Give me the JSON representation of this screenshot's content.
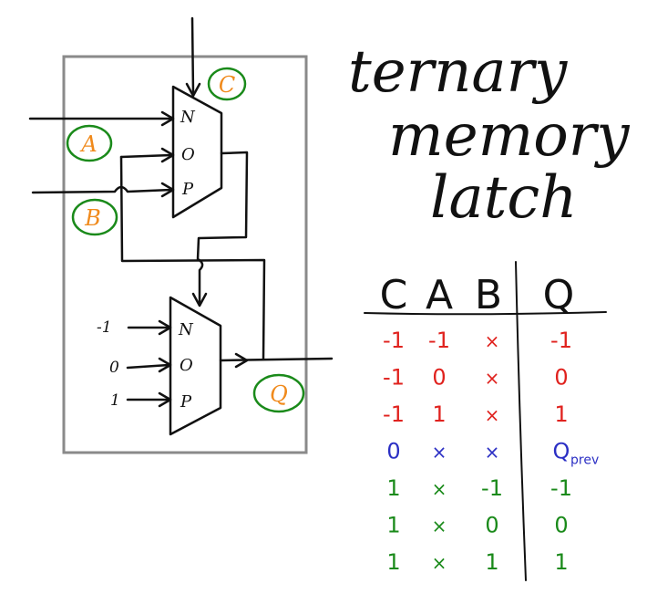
{
  "title": [
    "ternary",
    "memory",
    "latch"
  ],
  "diagram": {
    "mux_inputs": [
      "N",
      "O",
      "P"
    ],
    "signals": {
      "a": "A",
      "b": "B",
      "c": "C",
      "q": "Q"
    },
    "constants": [
      "-1",
      "0",
      "1"
    ]
  },
  "truth_table": {
    "headers": [
      "C",
      "A",
      "B",
      "Q"
    ],
    "rows": [
      {
        "c": "-1",
        "a": "-1",
        "b": "×",
        "q": "-1",
        "color": "#e0221e"
      },
      {
        "c": "-1",
        "a": "0",
        "b": "×",
        "q": "0",
        "color": "#e0221e"
      },
      {
        "c": "-1",
        "a": "1",
        "b": "×",
        "q": "1",
        "color": "#e0221e"
      },
      {
        "c": "0",
        "a": "×",
        "b": "×",
        "q": "Q",
        "q_sub": "prev",
        "color": "#2b2fc4"
      },
      {
        "c": "1",
        "a": "×",
        "b": "-1",
        "q": "-1",
        "color": "#1a8a1a"
      },
      {
        "c": "1",
        "a": "×",
        "b": "0",
        "q": "0",
        "color": "#1a8a1a"
      },
      {
        "c": "1",
        "a": "×",
        "b": "1",
        "q": "1",
        "color": "#1a8a1a"
      }
    ]
  },
  "colors": {
    "ink": "#111111",
    "frame": "#8a8a8a",
    "label_fill": "#f08a1c",
    "label_ring": "#1a8a1a"
  }
}
